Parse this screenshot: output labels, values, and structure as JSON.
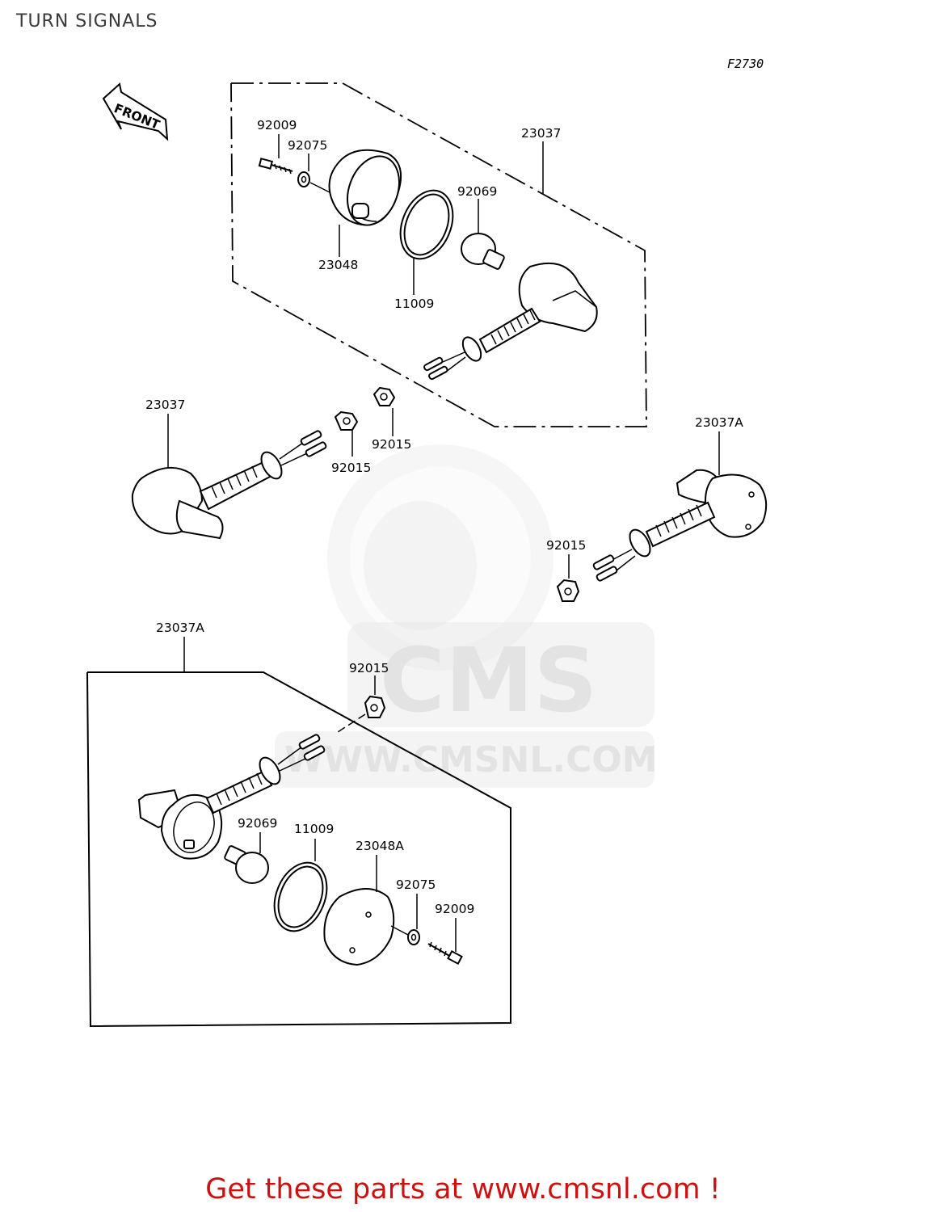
{
  "title": "TURN SIGNALS",
  "figure_code": "F2730",
  "front_label": "FRONT",
  "watermark": {
    "brand": "CMS",
    "url": "WWW.CMSNL.COM"
  },
  "labels": {
    "upper_screw": "92009",
    "upper_washer": "92075",
    "upper_lens": "23048",
    "upper_gasket": "11009",
    "upper_bulb": "92069",
    "upper_assembly": "23037",
    "nut_a": "92015",
    "nut_b": "92015",
    "left_assembly": "23037",
    "right_assembly": "23037A",
    "right_nut": "92015",
    "lower_assembly": "23037A",
    "lower_nut": "92015",
    "lower_bulb": "92069",
    "lower_gasket": "11009",
    "lower_lens": "23048A",
    "lower_washer": "92075",
    "lower_screw": "92009"
  },
  "footer": "Get these parts at www.cmsnl.com !",
  "colors": {
    "footer": "#cc1111",
    "watermark": "#e3e3e3"
  }
}
